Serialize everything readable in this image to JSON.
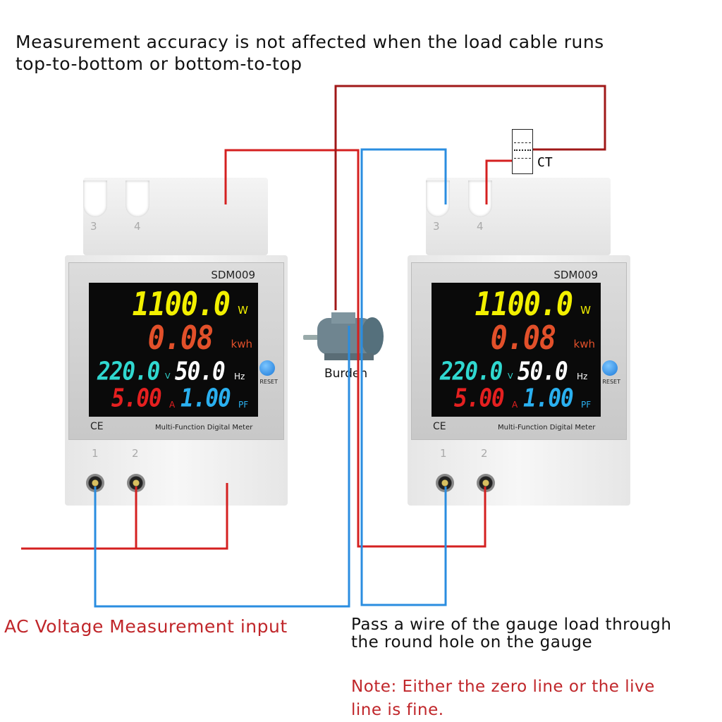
{
  "header": {
    "line1": "Measurement accuracy is not affected when the load cable runs",
    "line2": "top-to-bottom or bottom-to-top"
  },
  "meters": [
    {
      "model": "SDM009",
      "power": "1100.0",
      "power_unit": "W",
      "energy": "0.08",
      "energy_unit": "kwh",
      "voltage": "220.0",
      "voltage_unit": "V",
      "frequency": "50.0",
      "frequency_unit": "Hz",
      "current": "5.00",
      "current_unit": "A",
      "pf": "1.00",
      "pf_unit": "PF",
      "reset": "RESET",
      "ce": "CE",
      "label": "Multi-Function Digital Meter",
      "top_terminals": [
        "3",
        "4"
      ],
      "bottom_terminals": [
        "1",
        "2"
      ]
    },
    {
      "model": "SDM009",
      "power": "1100.0",
      "power_unit": "W",
      "energy": "0.08",
      "energy_unit": "kwh",
      "voltage": "220.0",
      "voltage_unit": "V",
      "frequency": "50.0",
      "frequency_unit": "Hz",
      "current": "5.00",
      "current_unit": "A",
      "pf": "1.00",
      "pf_unit": "PF",
      "reset": "RESET",
      "ce": "CE",
      "label": "Multi-Function Digital Meter",
      "top_terminals": [
        "3",
        "4"
      ],
      "bottom_terminals": [
        "1",
        "2"
      ]
    }
  ],
  "ct_label": "CT",
  "burden_label": "Burden",
  "captions": {
    "left": "AC Voltage Measurement input",
    "right": "Pass a wire of the gauge load through the round hole on the gauge",
    "note": "Note: Either the zero line or the live line is fine."
  },
  "colors": {
    "live": "#d42020",
    "dark_live": "#a01818",
    "neutral": "#2a8de0",
    "power": "#f2f000",
    "energy": "#e2502a",
    "voltage": "#30d8d0",
    "frequency": "#ffffff",
    "current": "#e52020",
    "pf": "#2ab0f0"
  }
}
